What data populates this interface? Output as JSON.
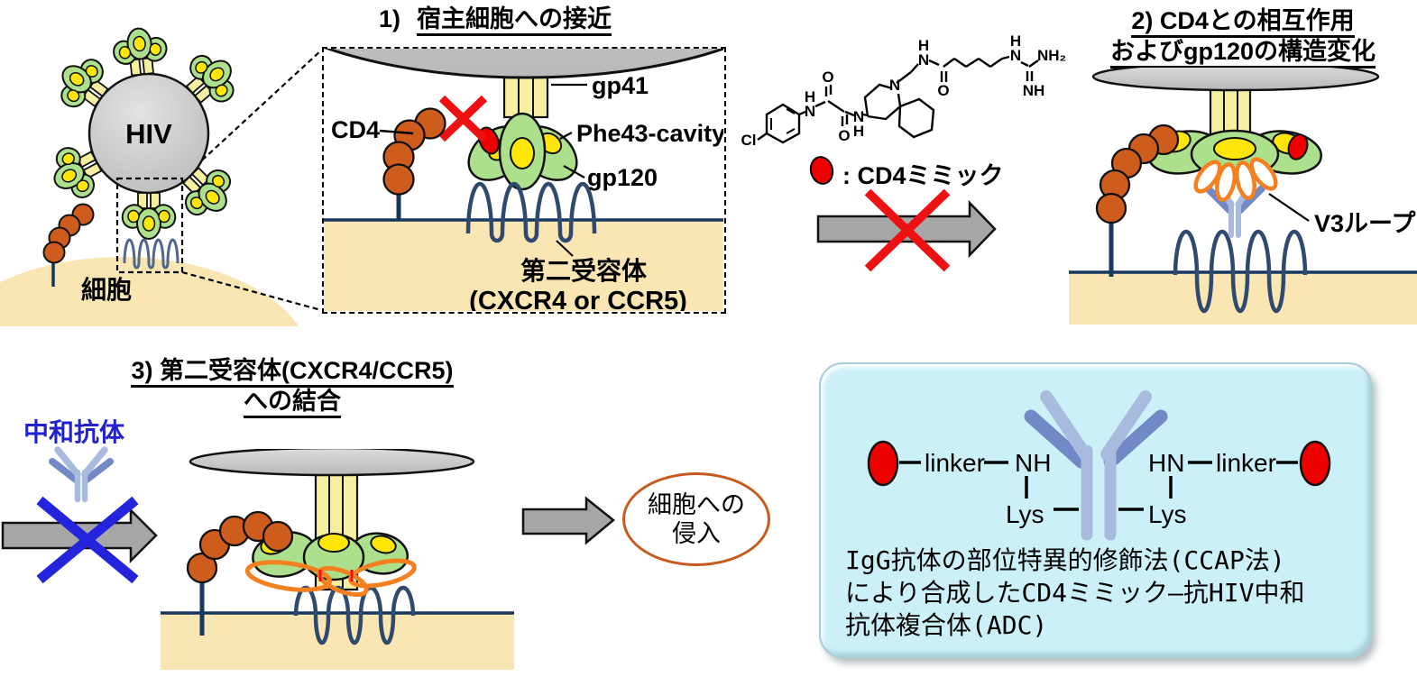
{
  "colors": {
    "virus_gray": "#C9C9C9",
    "spike_green": "#ACE08C",
    "cavity_yellow": "#FFE608",
    "stalk_yellow": "#F6EFA0",
    "cd4_orange": "#CE5D1D",
    "mimic_red": "#EE0000",
    "membrane_navy": "#17375E",
    "receptor_blue": "#2F4A6E",
    "cell_beige": "#F9E6B3",
    "v3_orange": "#F4801F",
    "antibody_blue_light": "#A9BADF",
    "antibody_blue_dark": "#7388C6",
    "nab_text_blue": "#2222CC",
    "cross_blue": "#2424DD",
    "cross_red": "#EE1111",
    "arrow_gray": "#A6A6A6",
    "adc_box_cyan": "#CBF0F8",
    "entry_ellipse_orange": "#C85A1E"
  },
  "overview": {
    "hiv_label": "HIV",
    "cell_label": "細胞"
  },
  "panel1": {
    "number": "1)",
    "title": "宿主細胞への接近",
    "cd4_label": "CD4",
    "gp41_label": "gp41",
    "phe43_label": "Phe43-cavity",
    "gp120_label": "gp120",
    "coreceptor_label_1": "第二受容体",
    "coreceptor_label_2": "(CXCR4 or CCR5)"
  },
  "mimic_legend": {
    "text": ": CD4ミミック"
  },
  "panel2": {
    "title_line1": "2) CD4との相互作用",
    "title_line2": "およびgp120の構造変化",
    "v3_label": "V3ループ"
  },
  "panel3": {
    "title_line1": "3) 第二受容体(CXCR4/CCR5)",
    "title_line2": "への結合",
    "nab_label": "中和抗体"
  },
  "entry": {
    "line1": "細胞への",
    "line2": "侵入"
  },
  "adc": {
    "linker_left": "linker",
    "nh_left": "NH",
    "lys_left": "Lys",
    "hn_right": "HN",
    "linker_right": "linker",
    "lys_right": "Lys",
    "caption_line1": "IgG抗体の部位特異的修飾法(CCAP法)",
    "caption_line2": "により合成したCD4ミミック–抗HIV中和",
    "caption_line3": "抗体複合体(ADC)"
  },
  "chem": {
    "cl": "Cl",
    "n": "N",
    "h": "H",
    "o": "O",
    "nh": "NH",
    "nh2": "NH₂"
  }
}
